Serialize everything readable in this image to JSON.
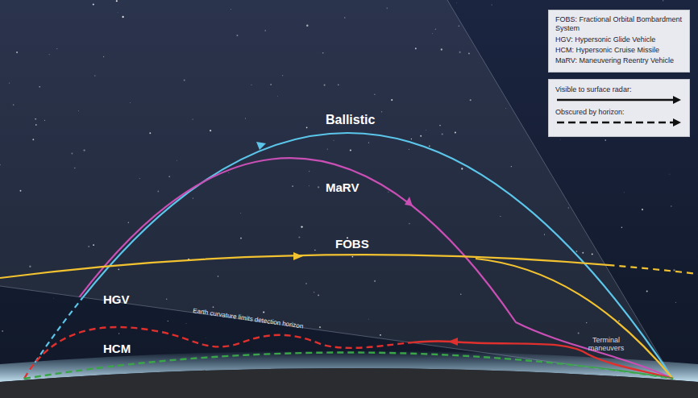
{
  "diagram": {
    "nodes": [
      {
        "text": [
          "FOBS: Fractional Orbital Bombardment System",
          "HGV: Hypersonic Glide Vehicle",
          "HCM: Hypersonic Cruise Missile",
          "MaRV: Maneuvering Reentry Vehicle"
        ]
      }
    ],
    "labels": [
      "Ballistic",
      "MaRV",
      "FOBS",
      "HGV",
      "HCM",
      "Earth curvature limits detection horizon",
      "Terminal maneuvers"
    ],
    "legend": [
      {
        "text": "Visible to surface radar:"
      },
      {
        "text": "Obscured by horizon:"
      }
    ]
  }
}
